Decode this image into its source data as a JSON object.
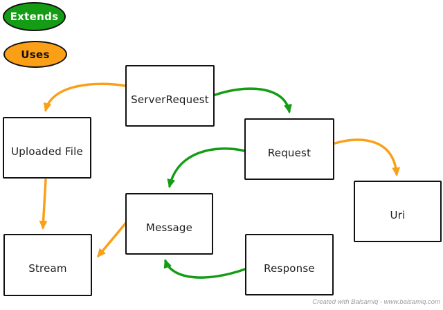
{
  "legend": {
    "extends": {
      "label": "Extends"
    },
    "uses": {
      "label": "Uses"
    }
  },
  "nodes": {
    "server_request": {
      "label": "ServerRequest"
    },
    "uploaded_file": {
      "label": "Uploaded File"
    },
    "request": {
      "label": "Request"
    },
    "message": {
      "label": "Message"
    },
    "uri": {
      "label": "Uri"
    },
    "stream": {
      "label": "Stream"
    },
    "response": {
      "label": "Response"
    }
  },
  "edges": [
    {
      "from": "ServerRequest",
      "to": "Uploaded File",
      "type": "uses"
    },
    {
      "from": "ServerRequest",
      "to": "Request",
      "type": "extends"
    },
    {
      "from": "Request",
      "to": "Message",
      "type": "extends"
    },
    {
      "from": "Request",
      "to": "Uri",
      "type": "uses"
    },
    {
      "from": "Uploaded File",
      "to": "Stream",
      "type": "uses"
    },
    {
      "from": "Message",
      "to": "Stream",
      "type": "uses"
    },
    {
      "from": "Response",
      "to": "Message",
      "type": "extends"
    }
  ],
  "colors": {
    "extends": "#149c14",
    "uses": "#fba016",
    "stroke": "#111111"
  },
  "footer": {
    "credit": "Created with Balsamiq - www.balsamiq.com"
  }
}
